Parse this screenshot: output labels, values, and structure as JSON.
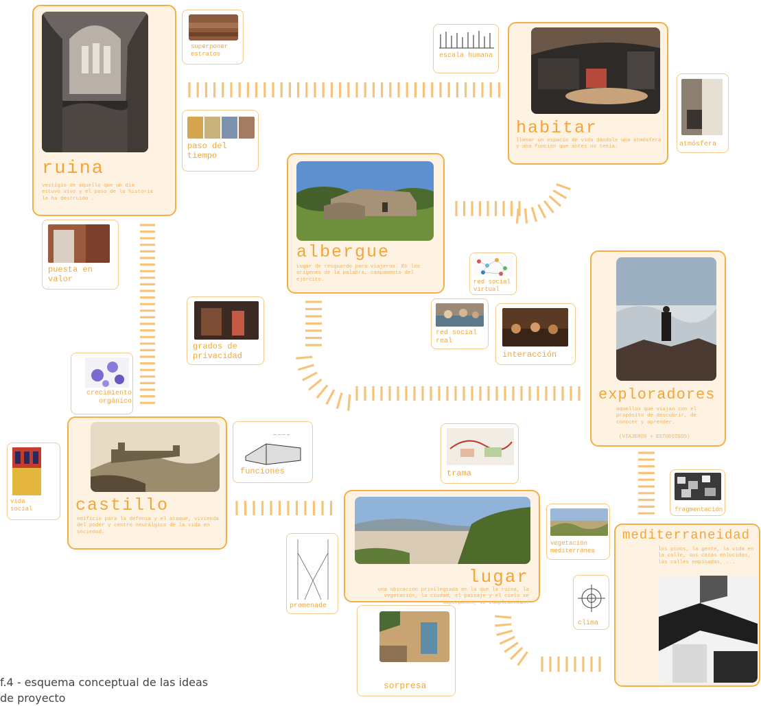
{
  "nodes": {
    "ruina": {
      "title": "ruina",
      "desc": "vestigio de aquello que un día estuvo vivo y el paso de la historia lo ha destruido ."
    },
    "habitar": {
      "title": "habitar",
      "desc": "llenar un espacio de vida dándole una atmósfera y una función que antes no tenía."
    },
    "albergue": {
      "title": "albergue",
      "desc": "Lugar de resguardo para viajeros. En los orígenes de la palabra, campamento del ejército."
    },
    "exploradores": {
      "title": "exploradores",
      "desc": "aquellos que viajan con el propósito de descubrir, de conocer y aprender.",
      "note": "(VIAJEROS + ESTUDIOSOS)"
    },
    "castillo": {
      "title": "castillo",
      "desc": "edificio para la defensa y el ataque, vivienda del poder y centro neurálgico de la vida en sociedad."
    },
    "lugar": {
      "title": "lugar",
      "desc": "una ubicación privilegiada en la que la ruina, la vegetación, la ciudad, el paisaje y el cielo se superponen, se complementan."
    },
    "mediterraneidad": {
      "title": "mediterraneidad",
      "desc": "los pinos, la gente, la vida en la calle, sus casas enlucidas, las calles empinadas, ..."
    }
  },
  "concepts": {
    "superponer": "superponer estratos",
    "paso": "paso del tiempo",
    "puesta": "puesta en valor",
    "escala": "escala humana",
    "atmosfera": "atmósfera",
    "grados": "grados de privacidad",
    "crecimiento": "crecimiento orgánico",
    "red_virtual": "red social virtual",
    "red_real": "red social real",
    "interaccion": "interacción",
    "vida_social": "vida social",
    "funciones": "funciones",
    "trama": "trama",
    "fragmentacion": "fragmentación",
    "vegetacion": "vegetación mediterránea",
    "promenade": "promenade",
    "clima": "clima",
    "sorpresa": "sorpresa"
  },
  "caption": {
    "line1": "f.4 - esquema conceptual de las ideas",
    "line2": "de proyecto"
  },
  "colors": {
    "accent": "#f2a63a",
    "card_fill": "#fef3e3",
    "card_border": "#f4ae45"
  }
}
